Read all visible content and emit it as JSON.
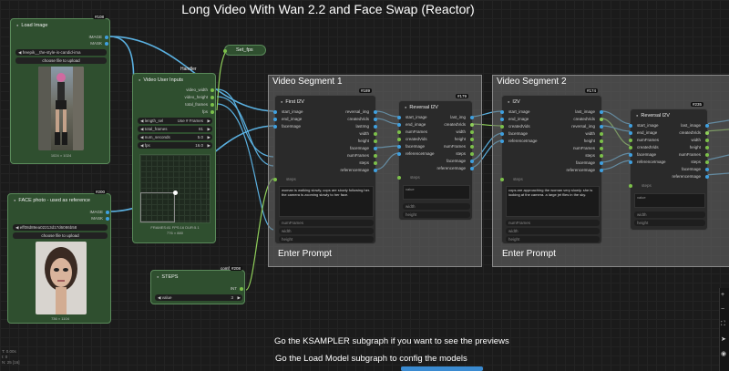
{
  "page_title": "Long Video With Wan 2.2 and Face Swap (Reactor)",
  "colors": {
    "node_green": "#2f4f2f",
    "group_grey": "#6e6e6e",
    "wire_cyan": "#5ab0e0",
    "wire_green": "#8fcf5a",
    "slot_blue": "#3fa0e0",
    "slot_green": "#7cc04a"
  },
  "load_image_node": {
    "title": "Load Image",
    "badge": "#108",
    "outputs": [
      "IMAGE",
      "MASK"
    ],
    "file": "freepik__the-style-is-candid-ima",
    "upload_label": "choose file to upload",
    "image_size": "1024 × 1024"
  },
  "face_node": {
    "title": "FACE photo - used as reference",
    "badge": "#200",
    "outputs": [
      "IMAGE",
      "MASK"
    ],
    "file": "eff08d89ea02213d17d6086b58",
    "upload_label": "choose file to upload",
    "image_size": "736 × 1104"
  },
  "video_inputs_node": {
    "title": "Video User Inputs",
    "handler_label": "Handler",
    "outputs": [
      "video_width",
      "video_height",
      "total_frames",
      "fps"
    ],
    "length_label": "length_sel",
    "length_value": "Use # Frames",
    "total_frames_label": "total_frames",
    "total_frames_value": "81",
    "num_seconds_label": "num_seconds",
    "num_seconds_value": "5.0",
    "fps_label": "fps",
    "fps_value": "16.0",
    "stats": "FRAMES:81 FPS:16 DUR:5.1",
    "dims": "776 × 880"
  },
  "set_fps_node": {
    "title": "Set_fps"
  },
  "steps_node": {
    "title": "STEPS",
    "badge_prefix": "comfy",
    "badge": "#208",
    "output": "INT",
    "value_label": "value",
    "value": "3"
  },
  "group1": {
    "title": "Video Segment 1",
    "prompt_label": "Enter Prompt",
    "first_node": {
      "title": "First I2V",
      "badge": "#189",
      "inputs": [
        "start_image",
        "end_image",
        "faceImage"
      ],
      "outputs": [
        "reversal_img",
        "createdVids",
        "lastImg",
        "width",
        "height",
        "faceImage",
        "numFrames",
        "steps",
        "referenceImage"
      ],
      "steps_label": "steps",
      "prompt_text": "woman is walking slowly, cops are slowly following her. the camera is zooming slowly to her face.",
      "bottom_widgets": [
        "numFrames",
        "width",
        "height"
      ]
    },
    "reversal_node": {
      "title": "Reversal I2V",
      "badge": "#179",
      "inputs": [
        "start_image",
        "end_image",
        "numFrames",
        "createdVids",
        "faceImage",
        "referenceImage"
      ],
      "outputs": [
        "last_img",
        "createdVids",
        "width",
        "height",
        "numFrames",
        "steps",
        "faceImage",
        "referenceImage"
      ],
      "steps_label": "steps",
      "value_label": "value",
      "bottom_widgets": [
        "width",
        "height"
      ]
    }
  },
  "group2": {
    "title": "Video Segment 2",
    "prompt_label": "Enter Prompt",
    "i2v_node": {
      "title": "I2V",
      "badge": "#174",
      "inputs": [
        "start_image",
        "end_image",
        "createdVids",
        "faceImage",
        "referenceImage"
      ],
      "outputs": [
        "last_image",
        "createdVids",
        "reversal_img",
        "width",
        "height",
        "numFrames",
        "steps",
        "faceImage",
        "referenceImage"
      ],
      "steps_label": "steps",
      "prompt_text": "cops are approaching the woman very slowly. she is looking at the camera. a large jet flies in the sky.",
      "bottom_widgets": [
        "numFrames",
        "width",
        "height"
      ]
    },
    "reversal_node": {
      "title": "Reversal I2V",
      "badge": "#235",
      "inputs": [
        "start_image",
        "end_image",
        "numFrames",
        "createdVids",
        "faceImage",
        "referenceImage"
      ],
      "outputs": [
        "last_image",
        "createdVids",
        "width",
        "height",
        "numFrames",
        "steps",
        "faceImage",
        "referenceImage"
      ],
      "steps_label": "steps",
      "value_label": "value",
      "bottom_widgets": [
        "width",
        "height"
      ]
    }
  },
  "notes": {
    "ksampler": "Go the KSAMPLER subgraph if you want to see the previews",
    "load_model": "Go the Load Model subgraph to config the models"
  },
  "footer": {
    "line1": "T: 0.00s",
    "line2": "I: 0",
    "line3": "N: 25 [16]"
  }
}
